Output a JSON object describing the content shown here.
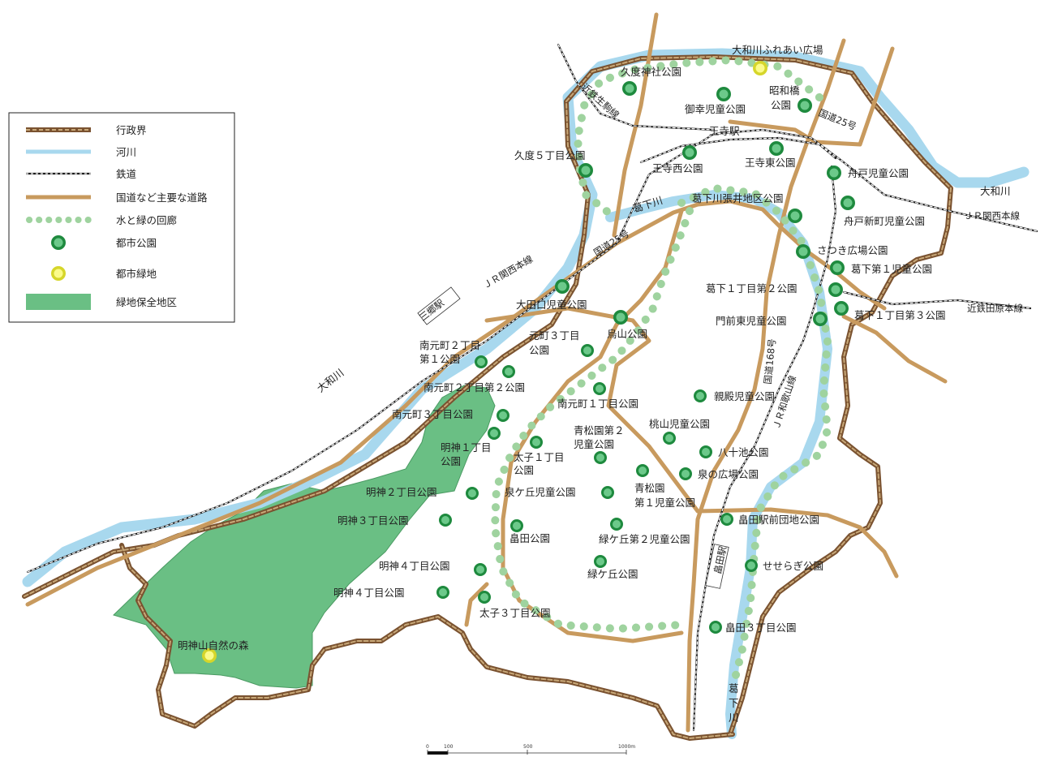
{
  "colors": {
    "boundary_outer": "#7a5230",
    "boundary_inner": "#c8a878",
    "river": "#a8d8ee",
    "rail_outer": "#1f1f1f",
    "road": "#c89a5e",
    "corridor": "#9fd39f",
    "park_outer": "#1e8a3e",
    "park_inner": "#6cc98a",
    "green_space_outer": "#d6d62a",
    "green_space_inner": "#fbfb8a",
    "conservation": "#6abf84"
  },
  "legend": {
    "items": [
      {
        "key": "boundary",
        "label": "行政界"
      },
      {
        "key": "river",
        "label": "河川"
      },
      {
        "key": "railway",
        "label": "鉄道"
      },
      {
        "key": "road",
        "label": "国道など主要な道路"
      },
      {
        "key": "corridor",
        "label": "水と緑の回廊"
      },
      {
        "key": "park",
        "label": "都市公園"
      },
      {
        "key": "green_space",
        "label": "都市緑地"
      },
      {
        "key": "conservation",
        "label": "緑地保全地区"
      }
    ]
  },
  "map_labels": {
    "parks": [
      "久度神社公園",
      "御幸児童公園",
      "昭和橋",
      "公園",
      "久度５丁目公園",
      "王寺西公園",
      "王寺東公園",
      "舟戸児童公園",
      "舟戸新町児童公園",
      "葛下川張井地区公園",
      "さつき広場公園",
      "葛下第１児童公園",
      "葛下１丁目第２公園",
      "門前東児童公園",
      "葛下１丁目第３公園",
      "大田口児童公園",
      "烏山公園",
      "元町３丁目",
      "公園",
      "南元町２丁目",
      "第１公園",
      "南元町２丁目第２公園",
      "南元町１丁目公園",
      "南元町３丁目公園",
      "親殿児童公園",
      "青松園第２",
      "児童公園",
      "桃山児童公園",
      "明神１丁目",
      "公園",
      "太子１丁目",
      "公園",
      "八十池公園",
      "泉の広場公園",
      "明神２丁目公園",
      "泉ケ丘児童公園",
      "青松園",
      "第１児童公園",
      "明神３丁目公園",
      "畠田公園",
      "緑ケ丘第２児童公園",
      "畠田駅前団地公園",
      "明神４丁目公園",
      "せせらぎ公園",
      "緑ケ丘公園",
      "明神４丁目公園",
      "太子３丁目公園",
      "畠田３丁目公園"
    ],
    "green_spaces": [
      "大和川ふれあい広場",
      "明神山自然の森"
    ],
    "rivers": [
      "大和川",
      "大和川",
      "葛下川",
      "葛",
      "下",
      "川"
    ],
    "railways": [
      "近鉄生駒線",
      "ＪＲ関西本線",
      "ＪＲ関西本線",
      "近鉄田原本線",
      "ＪＲ和歌山線"
    ],
    "roads": [
      "国道25号",
      "国道25号",
      "国道168号"
    ],
    "stations": [
      "王寺駅",
      "三郷駅",
      "畠田駅"
    ]
  },
  "scale_bar": {
    "ticks": [
      "0",
      "100",
      "500",
      "1000m"
    ]
  }
}
